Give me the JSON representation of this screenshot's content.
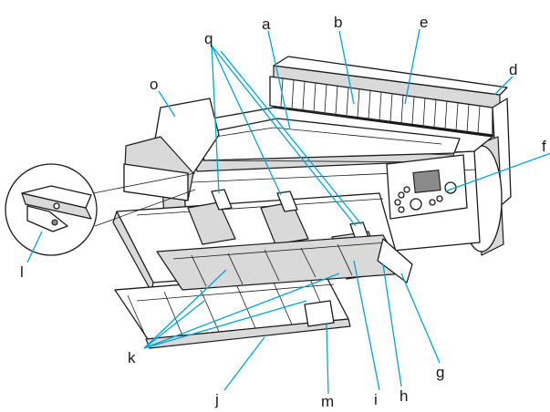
{
  "labels": {
    "a": "a",
    "b": "b",
    "d": "d",
    "e": "e",
    "f": "f",
    "g": "g",
    "h": "h",
    "i": "i",
    "j": "j",
    "k": "k",
    "l": "l",
    "m": "m",
    "o": "o",
    "q": "q"
  },
  "colors": {
    "leader": "#00a6d6",
    "outline": "#1a1a1a",
    "shade": "#d9d9d9"
  }
}
